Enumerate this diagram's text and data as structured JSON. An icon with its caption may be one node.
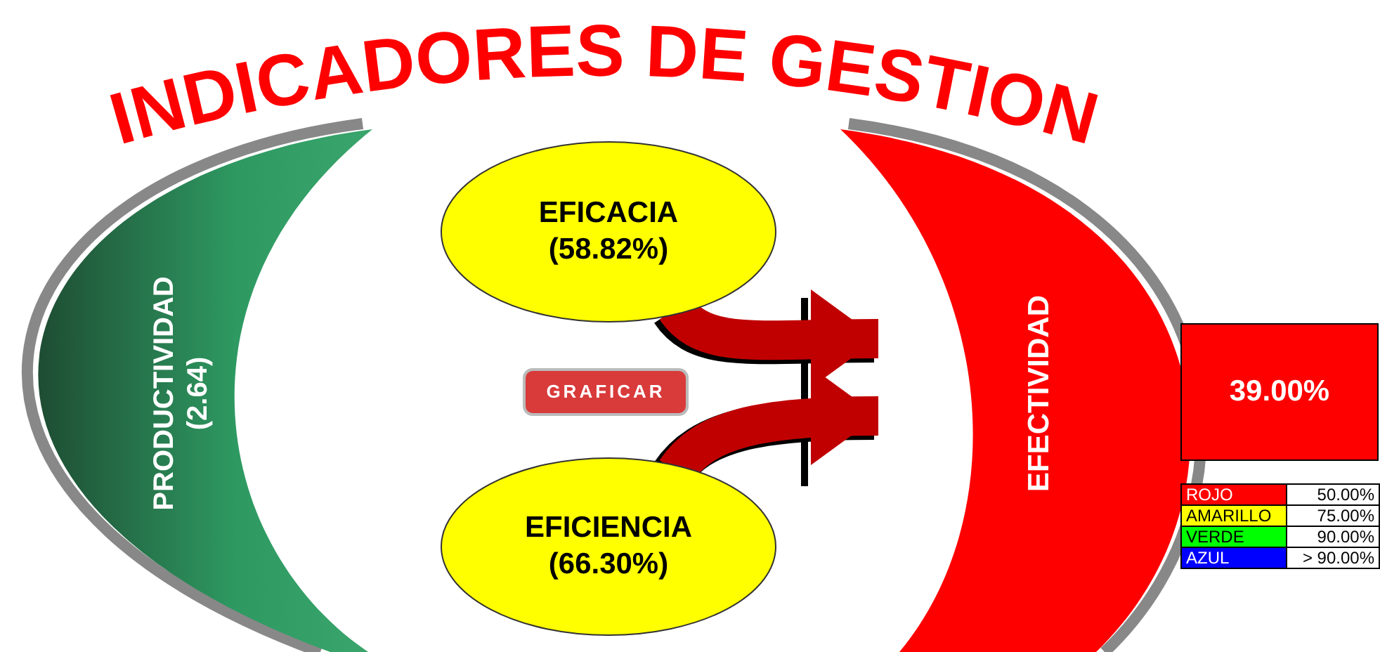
{
  "diagram": {
    "title": "INDICADORES DE GESTION",
    "nodes": [
      {
        "text": [
          "PRODUCTIVIDAD (2.64)"
        ]
      },
      {
        "text": [
          "EFICACIA (58.82%)"
        ]
      },
      {
        "text": [
          "EFICIENCIA (66.30%)"
        ]
      },
      {
        "text": [
          "EFECTIVIDAD"
        ]
      },
      {
        "text": [
          "39.00%"
        ]
      }
    ],
    "edges": [
      {
        "from": 1,
        "to": 3,
        "arrow": "to"
      },
      {
        "from": 2,
        "to": 3,
        "arrow": "to"
      }
    ],
    "labels": [
      "GRAFICAR",
      "50.00%",
      "75.00%",
      "90.00%",
      "> 90.00%"
    ],
    "legend": [
      {
        "text": "ROJO",
        "color": "#ff0000"
      },
      {
        "text": "AMARILLO",
        "color": "#ffff00"
      },
      {
        "text": "VERDE",
        "color": "#00ff00"
      },
      {
        "text": "AZUL",
        "color": "#0000ff"
      }
    ]
  }
}
